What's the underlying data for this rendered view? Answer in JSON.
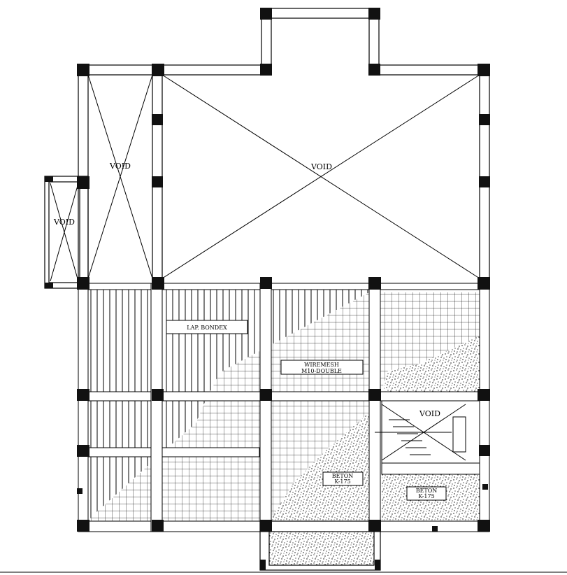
{
  "labels": {
    "void_top_left": "VOID",
    "void_left_bay": "VOID",
    "void_main": "VOID",
    "void_stair": "VOID",
    "lap_bondex": "LAP. BONDEX",
    "wiremesh_line1": "WIREMESH",
    "wiremesh_line2": "M10-DOUBLE",
    "beton_a_line1": "BETON",
    "beton_a_line2": "K-175",
    "beton_b_line1": "BETON",
    "beton_b_line2": "K-175"
  },
  "colors": {
    "line": "#000000",
    "background": "#ffffff"
  }
}
